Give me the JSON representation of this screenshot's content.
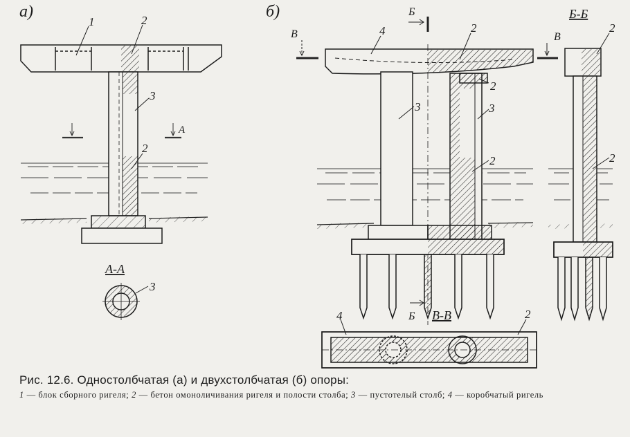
{
  "labels": {
    "part_a": "а)",
    "part_b": "б)",
    "section_aa": "А-А",
    "section_bb": "Б-Б",
    "section_vv": "В-В",
    "mark_a": "А",
    "mark_b": "Б",
    "mark_v": "В",
    "n1": "1",
    "n2": "2",
    "n3": "3",
    "n4": "4"
  },
  "caption": {
    "title": "Рис. 12.6. Одностолбчатая (а) и двухстолбчатая (б) опоры:",
    "legend_1_num": "1",
    "legend_1_text": " — блок сборного ригеля;   ",
    "legend_2_num": "2",
    "legend_2_text": " — бетон омоноличивания ригеля и полости столба; ",
    "legend_3_num": "3",
    "legend_3_text": " — пустотелый столб; ",
    "legend_4_num": "4",
    "legend_4_text": " — коробчатый ригель"
  }
}
